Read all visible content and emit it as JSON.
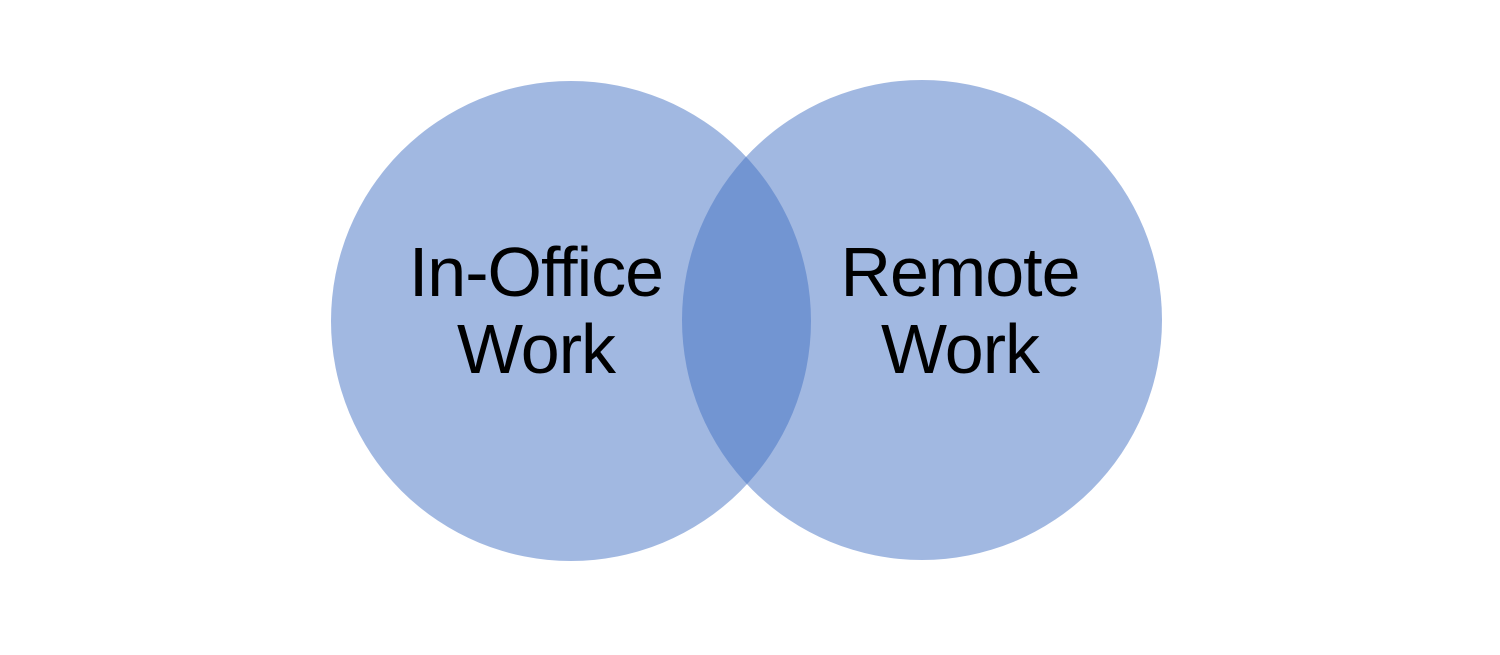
{
  "diagram": {
    "type": "venn",
    "background_color": "#FFFFFF",
    "fill_color": "#4472C4",
    "fill_opacity": "0.5",
    "outline_color": "#FFFFFF",
    "rendered_single_color": "#A1B8E1",
    "rendered_overlap_color": "#7395D2",
    "text_color": "#000000",
    "left": {
      "label": "In-Office Work",
      "line1": "In-Office",
      "line2": "Work"
    },
    "right": {
      "label": "Remote Work",
      "line1": "Remote",
      "line2": "Work"
    }
  }
}
